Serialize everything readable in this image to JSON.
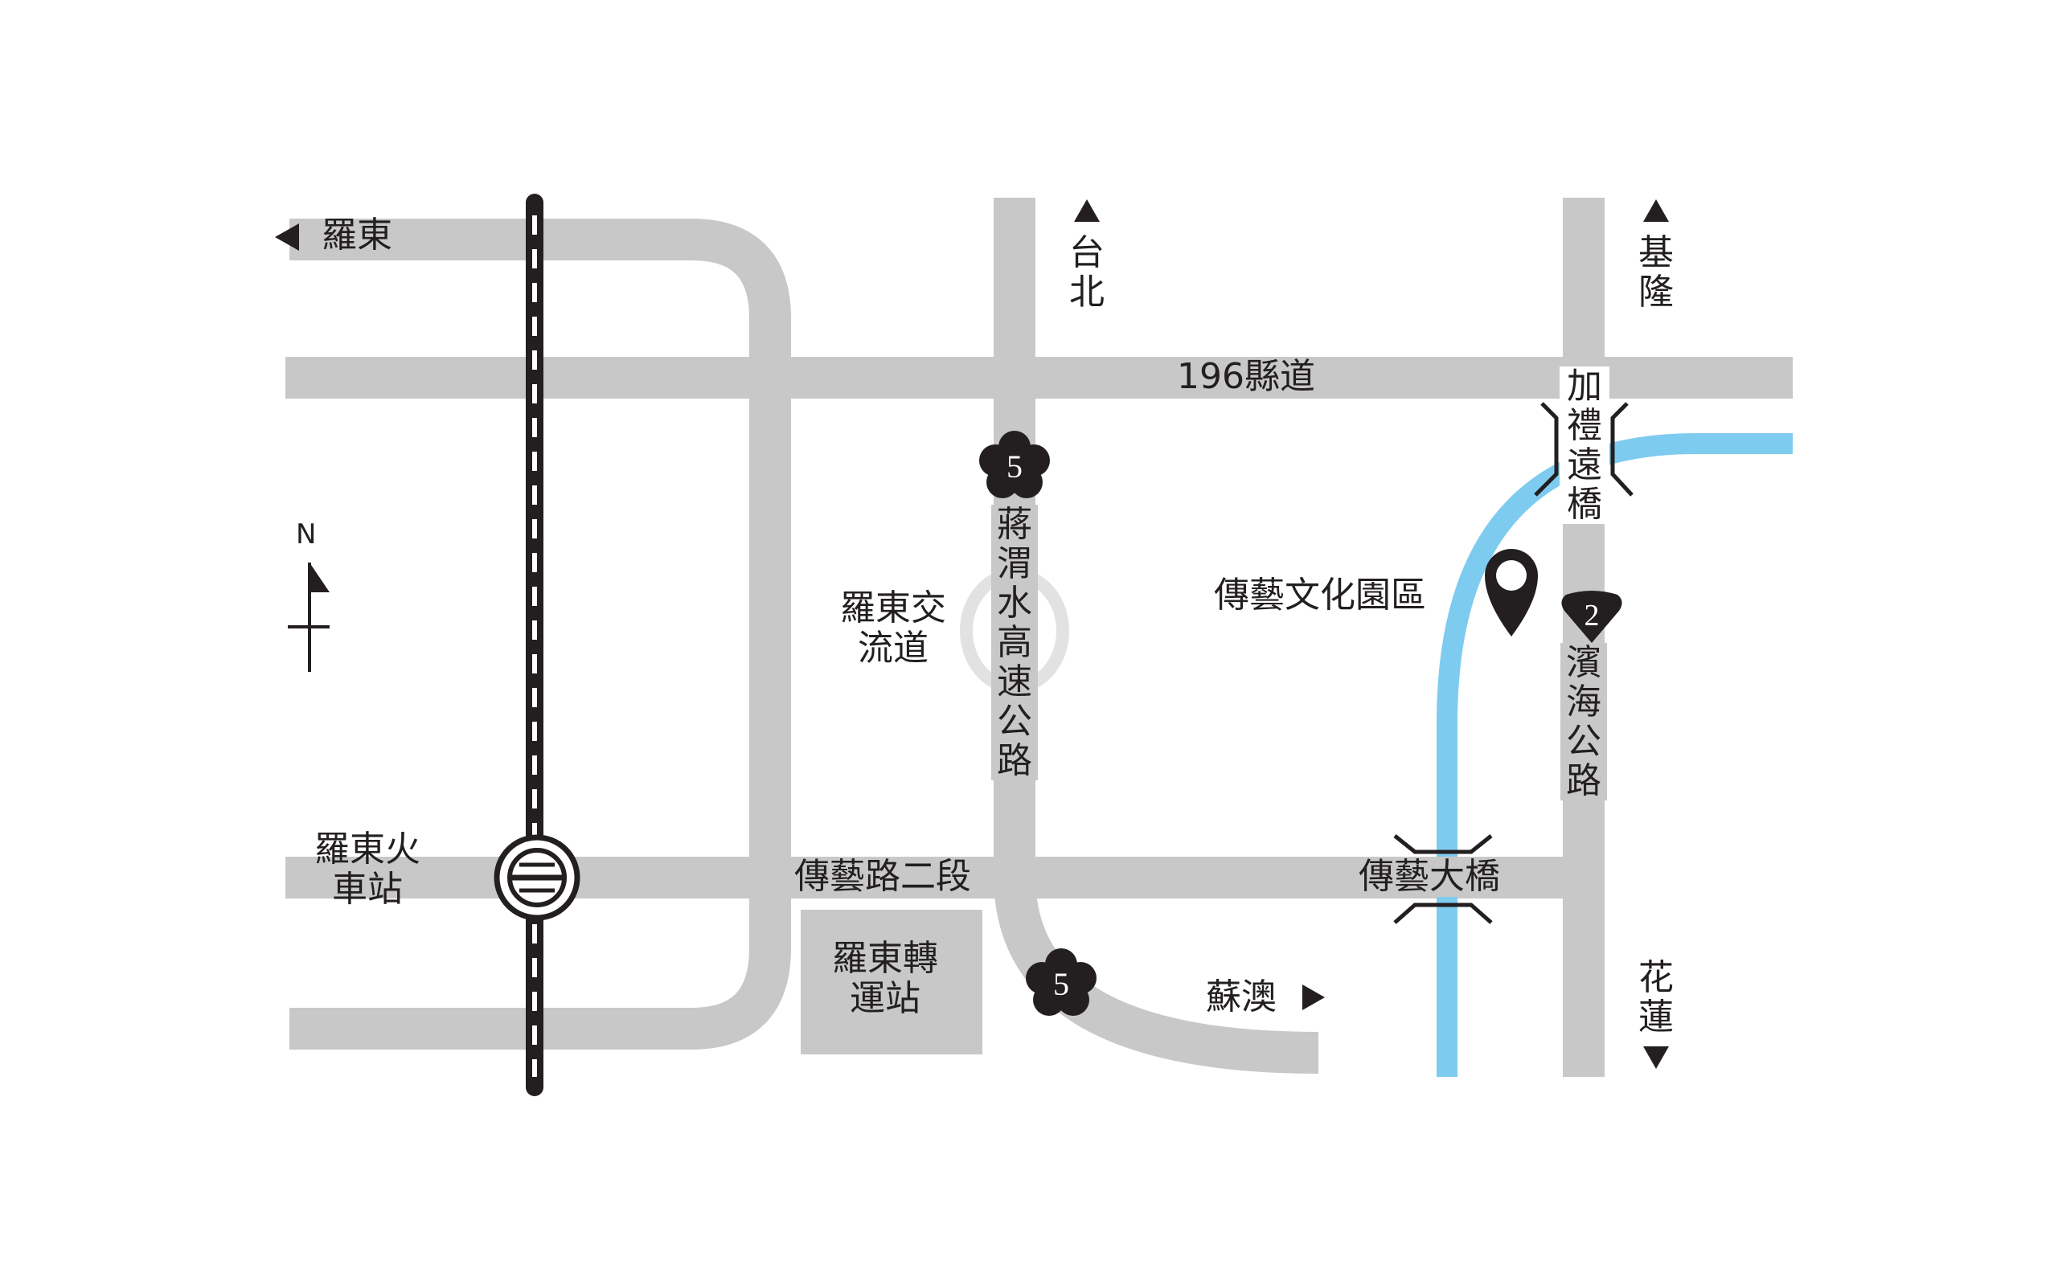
{
  "colors": {
    "road": "#c8c8c8",
    "river": "#7ecbf0",
    "ink": "#231f20",
    "background": "#ffffff"
  },
  "roads": {
    "county_196": "196縣道",
    "chuanyi_road": "傳藝路二段",
    "freeway_5": "蔣渭水高速公路",
    "coastal_highway": "濱海公路",
    "luodong_interchange": "羅東交流道"
  },
  "route_shields": {
    "freeway_north": "5",
    "freeway_south": "5",
    "highway_2": "2"
  },
  "bridges": {
    "jialiyuan": "加禮遠橋",
    "chuanyi": "傳藝大橋"
  },
  "places": {
    "destination": "傳藝文化園區",
    "train_station": "羅東火車站",
    "bus_station": "羅東轉運站"
  },
  "directions": {
    "west": "羅東",
    "taipei": "台北",
    "keelung": "基隆",
    "suao": "蘇澳",
    "hualien": "花蓮"
  },
  "compass": {
    "north": "N"
  },
  "icons": {
    "destination": "location-pin-icon",
    "station": "railway-logo-icon",
    "shields": "plum-blossom-shield-icon"
  }
}
